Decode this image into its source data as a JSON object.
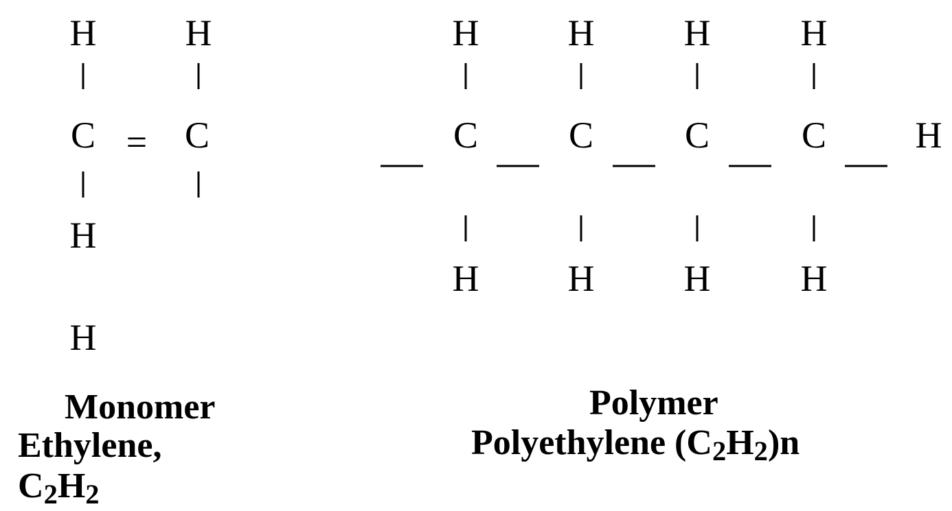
{
  "monomer": {
    "atoms": {
      "h_top_left": "H",
      "h_top_right": "H",
      "c_left": "C",
      "double_bond": "=",
      "c_right": "C",
      "h_bottom": "H",
      "h_extra": "H"
    },
    "label_title": "Monomer",
    "label_name": "Ethylene,",
    "formula": {
      "c": "C",
      "c_sub": "2",
      "h": "H",
      "h_sub": "2"
    }
  },
  "polymer": {
    "atoms": {
      "h_top": [
        "H",
        "H",
        "H",
        "H"
      ],
      "carbons": [
        "C",
        "C",
        "C",
        "C"
      ],
      "h_bottom": [
        "H",
        "H",
        "H",
        "H"
      ],
      "h_end": "H"
    },
    "label_title": "Polymer",
    "label_name": "Polyethylene (",
    "formula": {
      "c": "C",
      "c_sub": "2",
      "h": "H",
      "h_sub": "2",
      "suffix": ")n"
    }
  }
}
